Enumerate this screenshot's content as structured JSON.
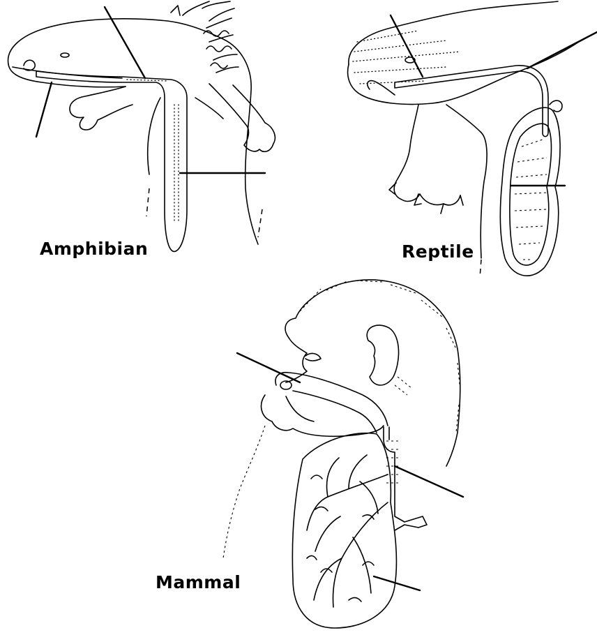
{
  "diagram": {
    "labels": {
      "amphibian": "Amphibian",
      "reptile": "Reptile",
      "mammal": "Mammal"
    }
  }
}
